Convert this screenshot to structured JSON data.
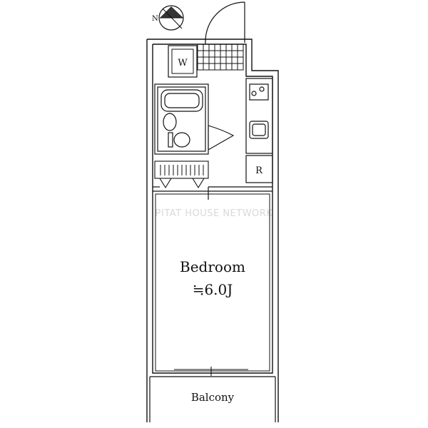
{
  "compass": {
    "label": "N"
  },
  "rooms": {
    "washer": "W",
    "refrigerator": "R",
    "bedroom": {
      "name": "Bedroom",
      "size": "≒6.0J"
    },
    "balcony": "Balcony"
  },
  "watermark": "PITAT HOUSE NETWORK"
}
